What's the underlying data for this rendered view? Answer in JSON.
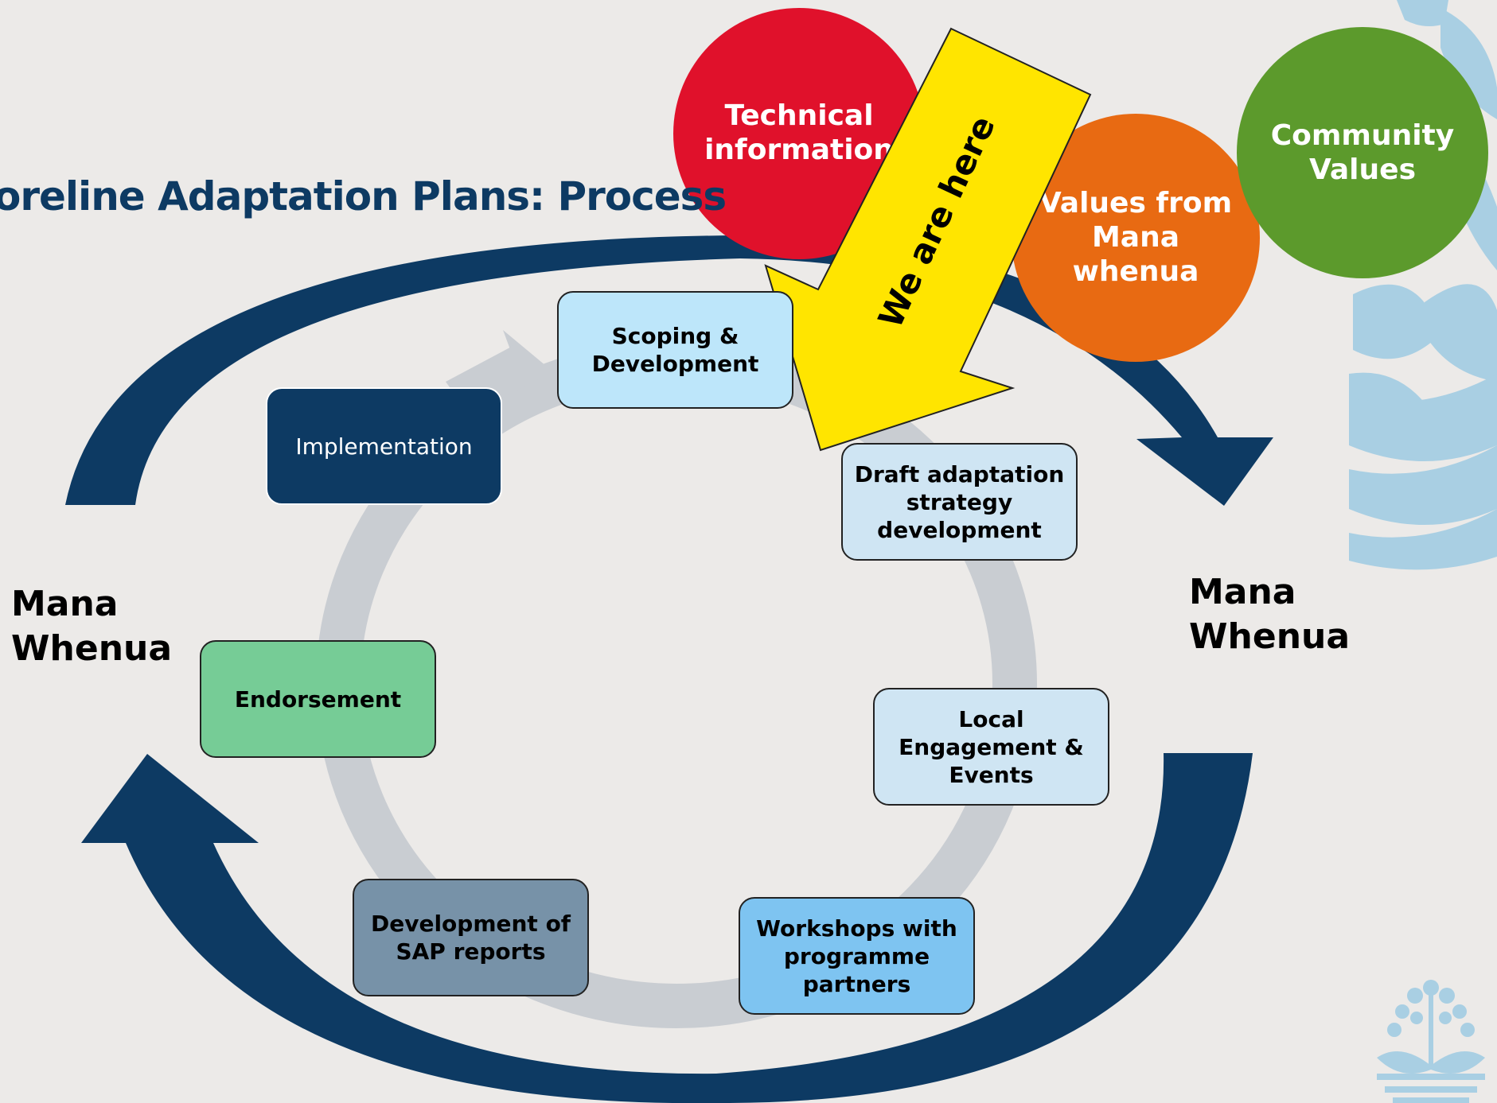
{
  "title": "oreline Adaptation Plans: Process",
  "mana_whenua_left": "Mana\nWhenua",
  "mana_whenua_right": "Mana\nWhenua",
  "we_are_here": "We are here",
  "inputs": [
    {
      "id": "technical",
      "label": "Technical\ninformation",
      "color": "#e0112b"
    },
    {
      "id": "mana-whenua-values",
      "label": "Values from\nMana\nwhenua",
      "color": "#e86a12"
    },
    {
      "id": "community",
      "label": "Community\nValues",
      "color": "#5c9a2c"
    }
  ],
  "steps": [
    {
      "id": "scoping",
      "label": "Scoping &\nDevelopment",
      "fill": "#bde6fa",
      "text": "#000000"
    },
    {
      "id": "draft-strategy",
      "label": "Draft adaptation\nstrategy\ndevelopment",
      "fill": "#cfe5f3",
      "text": "#000000"
    },
    {
      "id": "local-engagement",
      "label": "Local\nEngagement &\nEvents",
      "fill": "#cfe5f3",
      "text": "#000000"
    },
    {
      "id": "workshops",
      "label": "Workshops with\nprogramme\npartners",
      "fill": "#7ec4f1",
      "text": "#000000"
    },
    {
      "id": "sap-reports",
      "label": "Development of\nSAP reports",
      "fill": "#7792a8",
      "text": "#000000"
    },
    {
      "id": "endorsement",
      "label": "Endorsement",
      "fill": "#76cc96",
      "text": "#000000"
    },
    {
      "id": "implementation",
      "label": "Implementation",
      "fill": "#0d3a63",
      "text": "#ffffff"
    }
  ],
  "colors": {
    "navy": "#0d3a63",
    "ring": "#c9cdd2",
    "pointer": "#ffe500",
    "background": "#eceae8",
    "decor": "#a9cfe3"
  }
}
